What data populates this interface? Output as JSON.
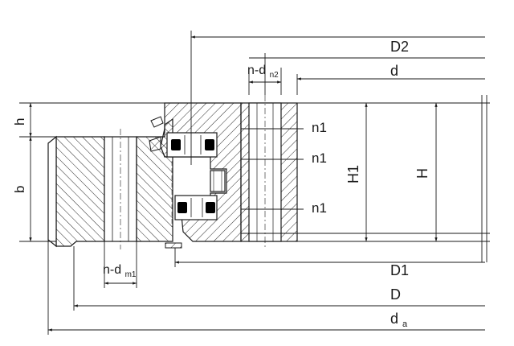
{
  "labels": {
    "D2": "D2",
    "d": "d",
    "n_dn2_main": "n-d",
    "n_dn2_sub": "n2",
    "n1_top": "n1",
    "n1_mid": "n1",
    "n1_bottom": "n1",
    "H1": "H1",
    "H": "H",
    "h": "h",
    "b": "b",
    "n_dm1_main": "n-d",
    "n_dm1_sub": "m1",
    "D1": "D1",
    "D": "D",
    "da_main": "d",
    "da_sub": "a"
  },
  "colors": {
    "line": "#1a1a1a",
    "hatch": "#2a2a2a",
    "seal": "#000000"
  }
}
